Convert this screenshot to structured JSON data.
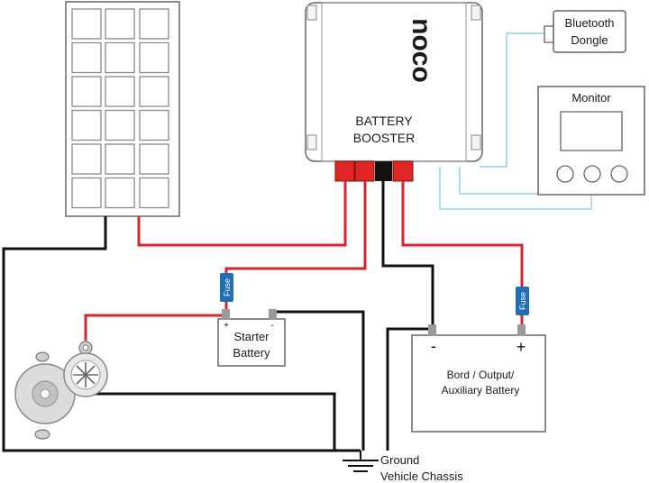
{
  "logo_text": "noco",
  "booster": {
    "line1": "BATTERY",
    "line2": "BOOSTER"
  },
  "bluetooth": {
    "line1": "Bluetooth",
    "line2": "Dongle"
  },
  "monitor": {
    "title": "Monitor"
  },
  "fuse_label": "Fuse",
  "starter": {
    "line1": "Starter",
    "line2": "Battery",
    "plus": "+",
    "minus": "-"
  },
  "aux": {
    "line1": "Bord / Output/",
    "line2": "Auxiliary Battery",
    "minus": "-",
    "plus": "+"
  },
  "ground": {
    "line1": "Ground",
    "line2": "Vehicle Chassis"
  },
  "colors": {
    "positive_wire": "#d7262b",
    "negative_wire": "#111111",
    "data_wire": "#8dd3e6",
    "fuse": "#1e6fb5",
    "terminal": "#9a9a9a"
  }
}
